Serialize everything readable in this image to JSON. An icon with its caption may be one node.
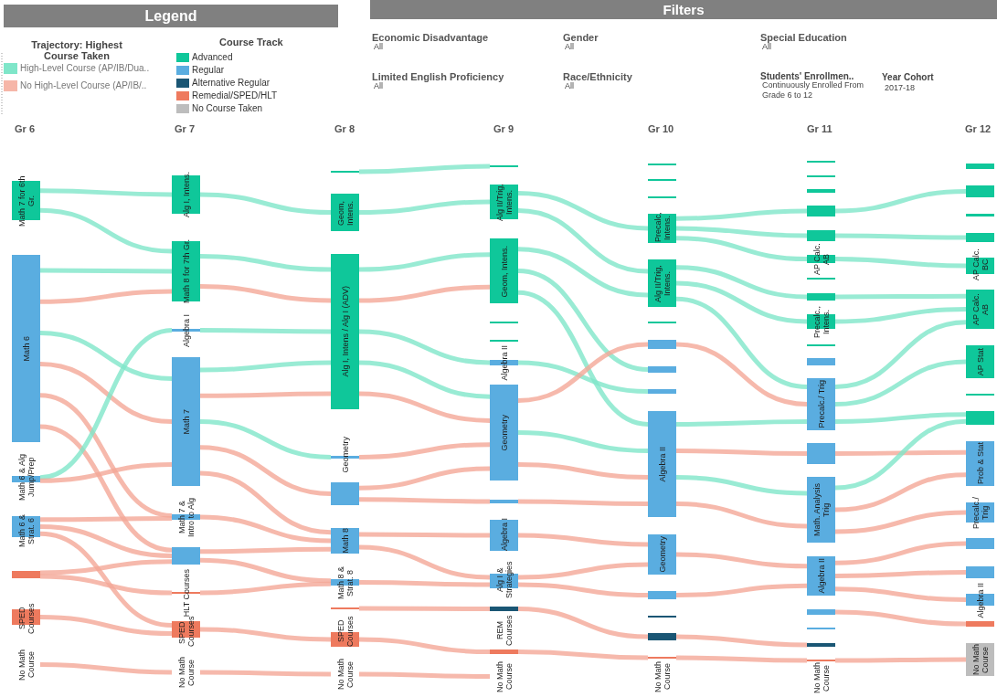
{
  "diagram": {
    "nodes": [
      {
        "text": [
          "Math 7 for 6th Gr."
        ]
      },
      {
        "text": [
          "Math 6"
        ]
      },
      {
        "text": [
          "Math 6 & Alg Jump/Prep"
        ]
      },
      {
        "text": [
          "Math 6 & Strat. 6"
        ]
      },
      {
        "text": [],
        "shape": "bar"
      },
      {
        "text": [
          "SPED Courses"
        ]
      },
      {
        "text": [
          "No Math Course"
        ]
      },
      {
        "text": [
          "Alg I, Intens."
        ]
      },
      {
        "text": [
          "Math 8 for 7th Gr."
        ]
      },
      {
        "text": [
          "Algebra I"
        ]
      },
      {
        "text": [
          "Math 7"
        ]
      },
      {
        "text": [
          "Math 7 & Intro to Alg"
        ]
      },
      {
        "text": [],
        "shape": "bar"
      },
      {
        "text": [
          "HLT Courses"
        ]
      },
      {
        "text": [
          "SPED Courses"
        ]
      },
      {
        "text": [
          "No Math Course"
        ]
      },
      {
        "text": [],
        "shape": "bar"
      },
      {
        "text": [
          "Geom, Intens."
        ]
      },
      {
        "text": [
          "Alg I, Intens / Alg I (ADV)"
        ]
      },
      {
        "text": [
          "Geometry"
        ]
      },
      {
        "text": [],
        "shape": "bar"
      },
      {
        "text": [
          "Math 8"
        ]
      },
      {
        "text": [
          "Math 8 & Strat. 8"
        ]
      },
      {
        "text": [],
        "shape": "bar"
      },
      {
        "text": [
          "SPED Courses"
        ]
      },
      {
        "text": [
          "No Math Course"
        ]
      },
      {
        "text": [],
        "shape": "bar"
      },
      {
        "text": [
          "Alg II/Trig, Intens."
        ]
      },
      {
        "text": [
          "Geom, Intens."
        ]
      },
      {
        "text": [],
        "shape": "bar"
      },
      {
        "text": [],
        "shape": "bar"
      },
      {
        "text": [
          "Algebra II"
        ]
      },
      {
        "text": [
          "Geometry"
        ]
      },
      {
        "text": [],
        "shape": "bar"
      },
      {
        "text": [
          "Algebra I"
        ]
      },
      {
        "text": [
          "Alg I & Strategies"
        ]
      },
      {
        "text": [],
        "shape": "bar"
      },
      {
        "text": [
          "REM Courses"
        ]
      },
      {
        "text": [],
        "shape": "bar"
      },
      {
        "text": [
          "No Math Course"
        ]
      },
      {
        "text": [],
        "shape": "bar"
      },
      {
        "text": [],
        "shape": "bar"
      },
      {
        "text": [],
        "shape": "bar"
      },
      {
        "text": [
          "Precalc, Intens."
        ]
      },
      {
        "text": [
          "Alg II/Trig, Intens."
        ]
      },
      {
        "text": [],
        "shape": "bar"
      },
      {
        "text": [],
        "shape": "bar"
      },
      {
        "text": [],
        "shape": "bar"
      },
      {
        "text": [],
        "shape": "bar"
      },
      {
        "text": [
          "Algebra II"
        ]
      },
      {
        "text": [
          "Geometry"
        ]
      },
      {
        "text": [],
        "shape": "bar"
      },
      {
        "text": [],
        "shape": "bar"
      },
      {
        "text": [],
        "shape": "bar"
      },
      {
        "text": [
          "No Math Course"
        ]
      },
      {
        "text": [],
        "shape": "bar"
      },
      {
        "text": [],
        "shape": "bar"
      },
      {
        "text": [],
        "shape": "bar"
      },
      {
        "text": [],
        "shape": "bar"
      },
      {
        "text": [],
        "shape": "bar"
      },
      {
        "text": [
          "AP Calc. AB"
        ]
      },
      {
        "text": [],
        "shape": "bar"
      },
      {
        "text": [],
        "shape": "bar"
      },
      {
        "text": [
          "Precalc., Intens."
        ]
      },
      {
        "text": [],
        "shape": "bar"
      },
      {
        "text": [],
        "shape": "bar"
      },
      {
        "text": [
          "Precalc./ Trig"
        ]
      },
      {
        "text": [],
        "shape": "bar"
      },
      {
        "text": [
          "Math. Analysis Trig"
        ]
      },
      {
        "text": [
          "Algebra II"
        ]
      },
      {
        "text": [],
        "shape": "bar"
      },
      {
        "text": [],
        "shape": "bar"
      },
      {
        "text": [],
        "shape": "bar"
      },
      {
        "text": [
          "No Math Course"
        ]
      },
      {
        "text": [],
        "shape": "bar"
      },
      {
        "text": [],
        "shape": "bar"
      },
      {
        "text": [],
        "shape": "bar"
      },
      {
        "text": [],
        "shape": "bar"
      },
      {
        "text": [
          "AP Calc. BC"
        ]
      },
      {
        "text": [
          "AP Calc. AB"
        ]
      },
      {
        "text": [
          "AP Stat"
        ]
      },
      {
        "text": [],
        "shape": "bar"
      },
      {
        "text": [],
        "shape": "bar"
      },
      {
        "text": [
          "Prob & Stat"
        ]
      },
      {
        "text": [
          "Precalc./ Trig"
        ]
      },
      {
        "text": [],
        "shape": "bar"
      },
      {
        "text": [],
        "shape": "bar"
      },
      {
        "text": [
          "Algebra II"
        ]
      },
      {
        "text": [],
        "shape": "bar"
      },
      {
        "text": [
          "No Math Course"
        ]
      }
    ],
    "edges": [
      {
        "from": 0,
        "to": 7,
        "arrow": "none",
        "color": "#7fe6c9"
      },
      {
        "from": 0,
        "to": 8,
        "arrow": "none",
        "color": "#7fe6c9"
      },
      {
        "from": 1,
        "to": 8,
        "arrow": "none",
        "color": "#7fe6c9"
      },
      {
        "from": 1,
        "to": 8,
        "arrow": "none",
        "color": "#f4a797"
      },
      {
        "from": 1,
        "to": 10,
        "arrow": "none",
        "color": "#7fe6c9"
      },
      {
        "from": 1,
        "to": 10,
        "arrow": "none",
        "color": "#f4a797"
      },
      {
        "from": 1,
        "to": 11,
        "arrow": "none",
        "color": "#f4a797"
      },
      {
        "from": 1,
        "to": 12,
        "arrow": "none",
        "color": "#f4a797"
      },
      {
        "from": 2,
        "to": 9,
        "arrow": "none",
        "color": "#7fe6c9"
      },
      {
        "from": 2,
        "to": 10,
        "arrow": "none",
        "color": "#f4a797"
      },
      {
        "from": 3,
        "to": 11,
        "arrow": "none",
        "color": "#f4a797"
      },
      {
        "from": 3,
        "to": 12,
        "arrow": "none",
        "color": "#f4a797"
      },
      {
        "from": 3,
        "to": 14,
        "arrow": "none",
        "color": "#f4a797"
      },
      {
        "from": 4,
        "to": 12,
        "arrow": "none",
        "color": "#f4a797"
      },
      {
        "from": 4,
        "to": 13,
        "arrow": "none",
        "color": "#f4a797"
      },
      {
        "from": 5,
        "to": 14,
        "arrow": "none",
        "color": "#f4a797"
      },
      {
        "from": 6,
        "to": 15,
        "arrow": "none",
        "color": "#f4a797"
      },
      {
        "from": 7,
        "to": 17,
        "arrow": "none",
        "color": "#7fe6c9"
      },
      {
        "from": 8,
        "to": 18,
        "arrow": "none",
        "color": "#7fe6c9"
      },
      {
        "from": 8,
        "to": 18,
        "arrow": "none",
        "color": "#f4a797"
      },
      {
        "from": 9,
        "to": 18,
        "arrow": "none",
        "color": "#7fe6c9"
      },
      {
        "from": 10,
        "to": 18,
        "arrow": "none",
        "color": "#7fe6c9"
      },
      {
        "from": 10,
        "to": 18,
        "arrow": "none",
        "color": "#f4a797"
      },
      {
        "from": 10,
        "to": 19,
        "arrow": "none",
        "color": "#7fe6c9"
      },
      {
        "from": 10,
        "to": 20,
        "arrow": "none",
        "color": "#f4a797"
      },
      {
        "from": 10,
        "to": 21,
        "arrow": "none",
        "color": "#f4a797"
      },
      {
        "from": 11,
        "to": 21,
        "arrow": "none",
        "color": "#f4a797"
      },
      {
        "from": 12,
        "to": 21,
        "arrow": "none",
        "color": "#f4a797"
      },
      {
        "from": 12,
        "to": 22,
        "arrow": "none",
        "color": "#f4a797"
      },
      {
        "from": 13,
        "to": 22,
        "arrow": "none",
        "color": "#f4a797"
      },
      {
        "from": 14,
        "to": 24,
        "arrow": "none",
        "color": "#f4a797"
      },
      {
        "from": 15,
        "to": 25,
        "arrow": "none",
        "color": "#f4a797"
      },
      {
        "from": 16,
        "to": 26,
        "arrow": "none",
        "color": "#7fe6c9"
      },
      {
        "from": 17,
        "to": 27,
        "arrow": "none",
        "color": "#7fe6c9"
      },
      {
        "from": 18,
        "to": 28,
        "arrow": "none",
        "color": "#7fe6c9"
      },
      {
        "from": 18,
        "to": 28,
        "arrow": "none",
        "color": "#f4a797"
      },
      {
        "from": 18,
        "to": 31,
        "arrow": "none",
        "color": "#7fe6c9"
      },
      {
        "from": 18,
        "to": 32,
        "arrow": "none",
        "color": "#7fe6c9"
      },
      {
        "from": 18,
        "to": 32,
        "arrow": "none",
        "color": "#f4a797"
      },
      {
        "from": 19,
        "to": 32,
        "arrow": "none",
        "color": "#f4a797"
      },
      {
        "from": 20,
        "to": 32,
        "arrow": "none",
        "color": "#f4a797"
      },
      {
        "from": 20,
        "to": 33,
        "arrow": "none",
        "color": "#f4a797"
      },
      {
        "from": 21,
        "to": 34,
        "arrow": "none",
        "color": "#f4a797"
      },
      {
        "from": 21,
        "to": 35,
        "arrow": "none",
        "color": "#f4a797"
      },
      {
        "from": 22,
        "to": 35,
        "arrow": "none",
        "color": "#f4a797"
      },
      {
        "from": 23,
        "to": 36,
        "arrow": "none",
        "color": "#f4a797"
      },
      {
        "from": 24,
        "to": 38,
        "arrow": "none",
        "color": "#f4a797"
      },
      {
        "from": 25,
        "to": 39,
        "arrow": "none",
        "color": "#f4a797"
      },
      {
        "from": 27,
        "to": 43,
        "arrow": "none",
        "color": "#7fe6c9"
      },
      {
        "from": 27,
        "to": 44,
        "arrow": "none",
        "color": "#7fe6c9"
      },
      {
        "from": 28,
        "to": 44,
        "arrow": "none",
        "color": "#7fe6c9"
      },
      {
        "from": 28,
        "to": 47,
        "arrow": "none",
        "color": "#7fe6c9"
      },
      {
        "from": 28,
        "to": 49,
        "arrow": "none",
        "color": "#7fe6c9"
      },
      {
        "from": 31,
        "to": 48,
        "arrow": "none",
        "color": "#7fe6c9"
      },
      {
        "from": 32,
        "to": 46,
        "arrow": "none",
        "color": "#f4a797"
      },
      {
        "from": 32,
        "to": 49,
        "arrow": "none",
        "color": "#7fe6c9"
      },
      {
        "from": 32,
        "to": 49,
        "arrow": "none",
        "color": "#f4a797"
      },
      {
        "from": 33,
        "to": 49,
        "arrow": "none",
        "color": "#f4a797"
      },
      {
        "from": 34,
        "to": 50,
        "arrow": "none",
        "color": "#f4a797"
      },
      {
        "from": 35,
        "to": 50,
        "arrow": "none",
        "color": "#f4a797"
      },
      {
        "from": 35,
        "to": 51,
        "arrow": "none",
        "color": "#f4a797"
      },
      {
        "from": 36,
        "to": 53,
        "arrow": "none",
        "color": "#f4a797"
      },
      {
        "from": 38,
        "to": 54,
        "arrow": "none",
        "color": "#f4a797"
      },
      {
        "from": 43,
        "to": 58,
        "arrow": "none",
        "color": "#7fe6c9"
      },
      {
        "from": 43,
        "to": 59,
        "arrow": "none",
        "color": "#7fe6c9"
      },
      {
        "from": 43,
        "to": 60,
        "arrow": "none",
        "color": "#7fe6c9"
      },
      {
        "from": 44,
        "to": 62,
        "arrow": "none",
        "color": "#7fe6c9"
      },
      {
        "from": 44,
        "to": 63,
        "arrow": "none",
        "color": "#7fe6c9"
      },
      {
        "from": 44,
        "to": 66,
        "arrow": "none",
        "color": "#7fe6c9"
      },
      {
        "from": 46,
        "to": 66,
        "arrow": "none",
        "color": "#f4a797"
      },
      {
        "from": 49,
        "to": 66,
        "arrow": "none",
        "color": "#7fe6c9"
      },
      {
        "from": 49,
        "to": 67,
        "arrow": "none",
        "color": "#f4a797"
      },
      {
        "from": 49,
        "to": 68,
        "arrow": "none",
        "color": "#7fe6c9"
      },
      {
        "from": 49,
        "to": 68,
        "arrow": "none",
        "color": "#f4a797"
      },
      {
        "from": 50,
        "to": 69,
        "arrow": "none",
        "color": "#f4a797"
      },
      {
        "from": 51,
        "to": 69,
        "arrow": "none",
        "color": "#f4a797"
      },
      {
        "from": 53,
        "to": 72,
        "arrow": "none",
        "color": "#f4a797"
      },
      {
        "from": 54,
        "to": 73,
        "arrow": "none",
        "color": "#f4a797"
      },
      {
        "from": 58,
        "to": 75,
        "arrow": "none",
        "color": "#7fe6c9"
      },
      {
        "from": 59,
        "to": 77,
        "arrow": "none",
        "color": "#7fe6c9"
      },
      {
        "from": 60,
        "to": 78,
        "arrow": "none",
        "color": "#7fe6c9"
      },
      {
        "from": 62,
        "to": 79,
        "arrow": "none",
        "color": "#7fe6c9"
      },
      {
        "from": 63,
        "to": 79,
        "arrow": "none",
        "color": "#7fe6c9"
      },
      {
        "from": 66,
        "to": 79,
        "arrow": "none",
        "color": "#7fe6c9"
      },
      {
        "from": 66,
        "to": 80,
        "arrow": "none",
        "color": "#7fe6c9"
      },
      {
        "from": 66,
        "to": 82,
        "arrow": "none",
        "color": "#7fe6c9"
      },
      {
        "from": 67,
        "to": 83,
        "arrow": "none",
        "color": "#f4a797"
      },
      {
        "from": 68,
        "to": 82,
        "arrow": "none",
        "color": "#7fe6c9"
      },
      {
        "from": 68,
        "to": 83,
        "arrow": "none",
        "color": "#f4a797"
      },
      {
        "from": 68,
        "to": 84,
        "arrow": "none",
        "color": "#f4a797"
      },
      {
        "from": 69,
        "to": 85,
        "arrow": "none",
        "color": "#f4a797"
      },
      {
        "from": 69,
        "to": 86,
        "arrow": "none",
        "color": "#f4a797"
      },
      {
        "from": 69,
        "to": 87,
        "arrow": "none",
        "color": "#f4a797"
      },
      {
        "from": 70,
        "to": 88,
        "arrow": "none",
        "color": "#f4a797"
      },
      {
        "from": 73,
        "to": 89,
        "arrow": "none",
        "color": "#f4a797"
      }
    ],
    "labels": [
      "Legend",
      "Filters",
      "Trajectory: Highest Course Taken",
      "Course Track",
      "Economic Disadvantage",
      "All",
      "Gender",
      "All",
      "Special Education",
      "All",
      "Limited English Proficiency",
      "All",
      "Race/Ethnicity",
      "All",
      "Students' Enrollmen..",
      "Continuously Enrolled From Grade 6 to 12",
      "Year Cohort",
      "2017-18",
      "Gr 6",
      "Gr 7",
      "Gr 8",
      "Gr 9",
      "Gr 10",
      "Gr 11",
      "Gr 12"
    ],
    "legend": [
      {
        "text": "High-Level Course (AP/IB/Dua..",
        "color": "#7fe6c9"
      },
      {
        "text": "No High-Level Course (AP/IB/..",
        "color": "#f6b6a8"
      },
      {
        "text": "Advanced",
        "color": "#0fc79a"
      },
      {
        "text": "Regular",
        "color": "#5aade0"
      },
      {
        "text": "Alternative Regular",
        "color": "#1a5674"
      },
      {
        "text": "Remedial/SPED/HLT",
        "color": "#ee7a5e"
      },
      {
        "text": "No Course Taken",
        "color": "#bdbdbd"
      }
    ]
  }
}
